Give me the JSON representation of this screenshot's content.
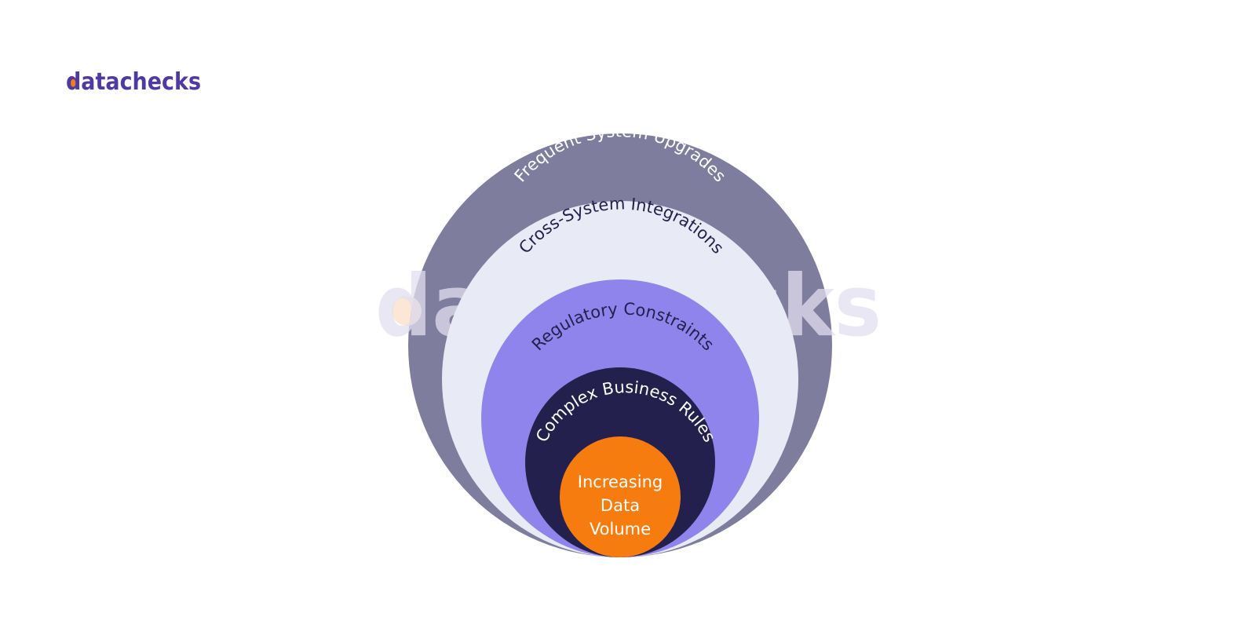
{
  "brand": {
    "logo_text": "datachecks",
    "watermark_text": "datachecks",
    "colors": {
      "text": "#4f3aa3",
      "dot": "#f47a1f",
      "watermark_text": "#e2dff0",
      "watermark_dot": "#fbe3cf"
    }
  },
  "diagram": {
    "layers": [
      {
        "label": "Frequent System Upgrades",
        "fill": "#7f7d9e",
        "text_color": "#ffffff"
      },
      {
        "label": "Cross-System Integrations",
        "fill": "#e8ebf5",
        "text_color": "#24204d"
      },
      {
        "label": "Regulatory Constraints",
        "fill": "#8f84ec",
        "text_color": "#24204d"
      },
      {
        "label": "Complex Business Rules",
        "fill": "#24204d",
        "text_color": "#ffffff"
      }
    ],
    "core": {
      "lines": [
        "Increasing",
        "Data",
        "Volume"
      ],
      "fill": "#f77c10",
      "text_color": "#ffffff"
    }
  }
}
